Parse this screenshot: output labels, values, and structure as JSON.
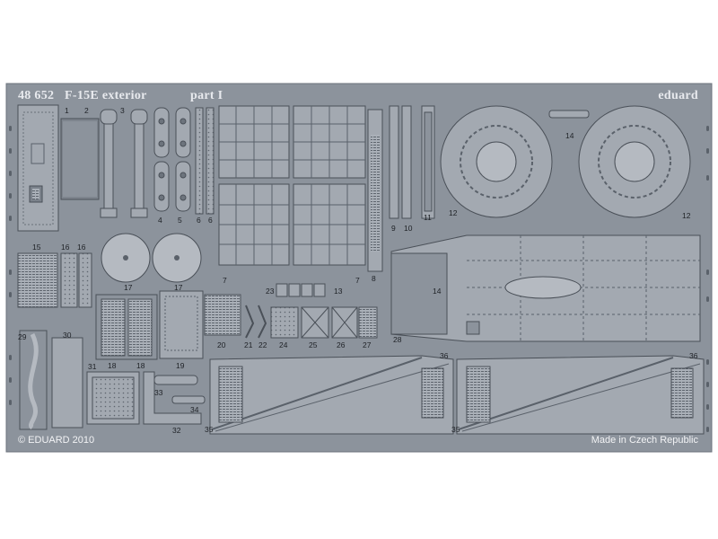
{
  "sheet": {
    "number": "48 652",
    "title": "F-15E exterior",
    "part": "part I",
    "brand": "eduard",
    "copyright": "© EDUARD 2010",
    "origin": "Made in Czech Republic"
  },
  "colors": {
    "fret": "#8c939c",
    "fret_dark": "#565d66",
    "part": "#a3a9b1",
    "part_light": "#c2c7cd",
    "edge": "#4a5058",
    "background": "#ffffff"
  },
  "part_numbers": {
    "p1": "1",
    "p2": "2",
    "p3": "3",
    "p4": "4",
    "p5": "5",
    "p6a": "6",
    "p6b": "6",
    "p7a": "7",
    "p7b": "7",
    "p8": "8",
    "p9": "9",
    "p10": "10",
    "p11": "11",
    "p12a": "12",
    "p12b": "12",
    "p13": "13",
    "p14a": "14",
    "p14b": "14",
    "p15": "15",
    "p16a": "16",
    "p16b": "16",
    "p17a": "17",
    "p17b": "17",
    "p18a": "18",
    "p18b": "18",
    "p19": "19",
    "p20": "20",
    "p21": "21",
    "p22": "22",
    "p23": "23",
    "p24": "24",
    "p25": "25",
    "p26": "26",
    "p27": "27",
    "p28": "28",
    "p29": "29",
    "p30": "30",
    "p31": "31",
    "p32": "32",
    "p33": "33",
    "p34": "34",
    "p35a": "35",
    "p35b": "35",
    "p36a": "36",
    "p36b": "36"
  }
}
